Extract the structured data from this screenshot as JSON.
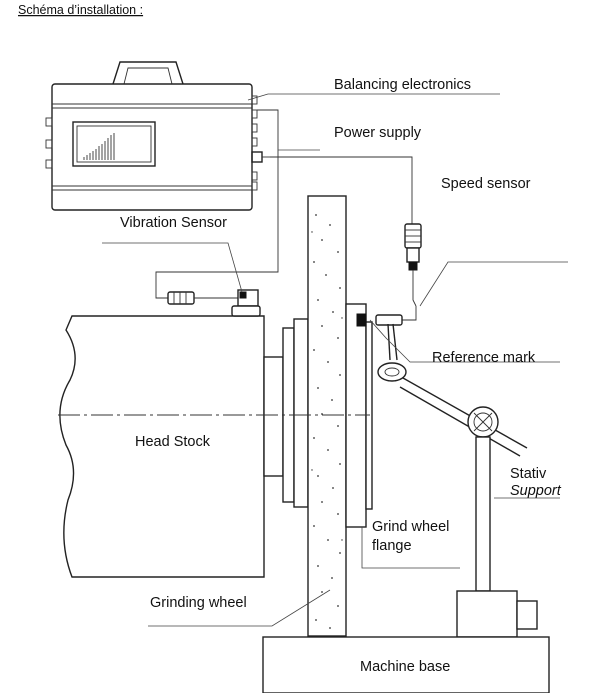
{
  "title": "Schéma d’installation :",
  "labels": {
    "balancing_electronics": "Balancing electronics",
    "power_supply": "Power supply",
    "speed_sensor": "Speed sensor",
    "vibration_sensor": "Vibration Sensor",
    "reference_mark": "Reference mark",
    "head_stock": "Head Stock",
    "stativ": "Stativ",
    "support": "Support",
    "grind_wheel_flange_1": "Grind wheel",
    "grind_wheel_flange_2": "flange",
    "grinding_wheel": "Grinding wheel",
    "machine_base": "Machine base"
  },
  "colors": {
    "line": "#222222",
    "background": "#ffffff"
  }
}
